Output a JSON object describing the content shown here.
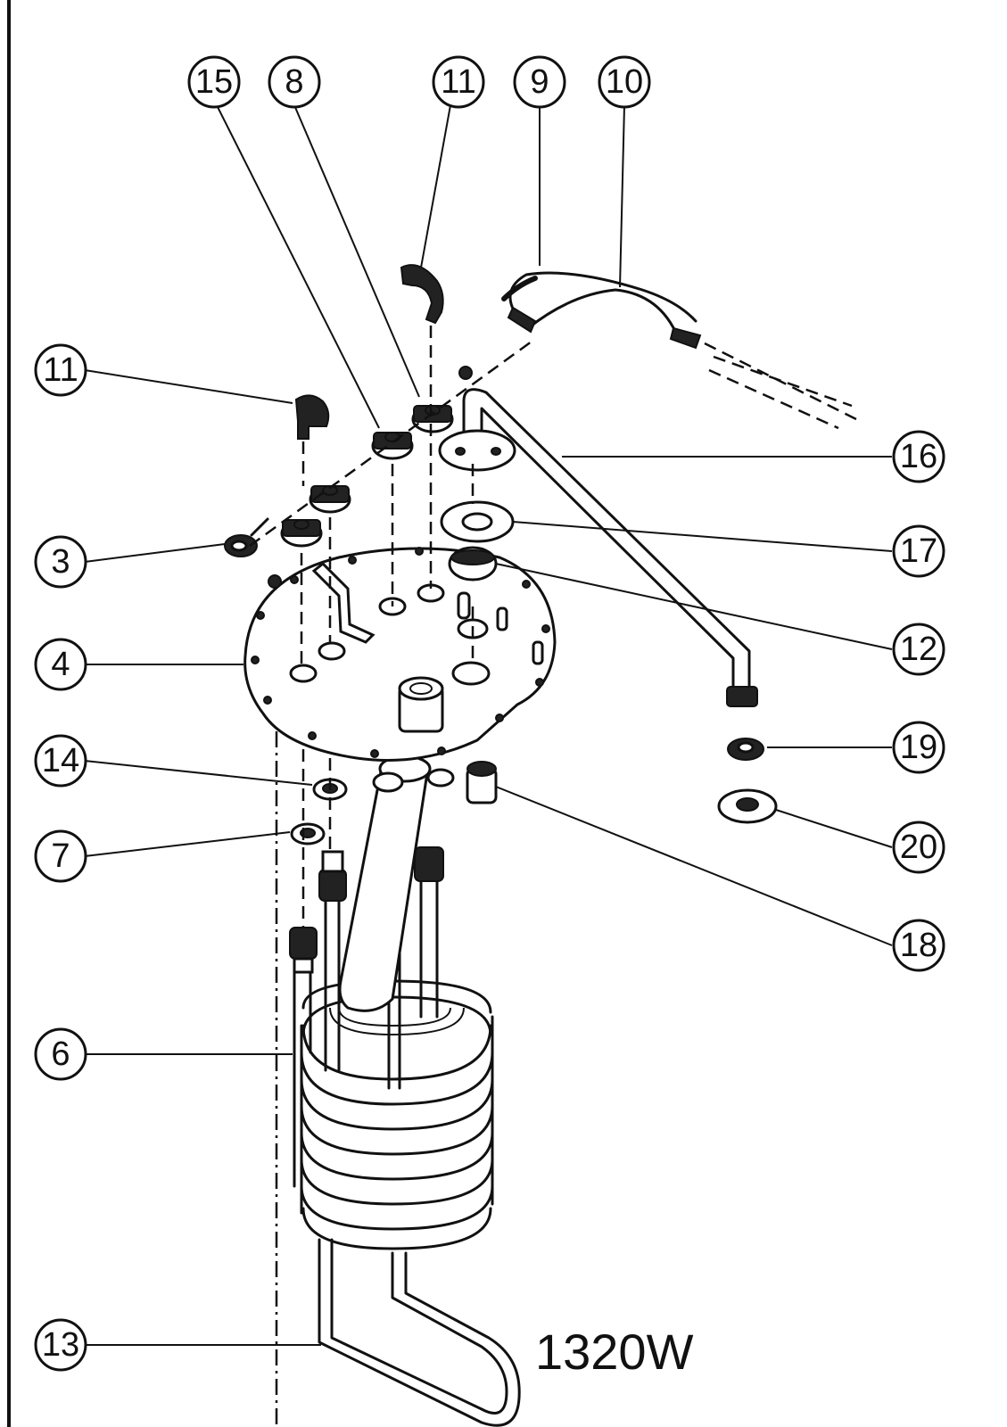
{
  "callouts": {
    "c15": "15",
    "c8": "8",
    "c11_top": "11",
    "c9": "9",
    "c10": "10",
    "c11_left": "11",
    "c3": "3",
    "c4": "4",
    "c14": "14",
    "c7": "7",
    "c6": "6",
    "c13": "13",
    "c16": "16",
    "c17": "17",
    "c12": "12",
    "c19": "19",
    "c20": "20",
    "c18": "18"
  },
  "rating_label": "1320W"
}
